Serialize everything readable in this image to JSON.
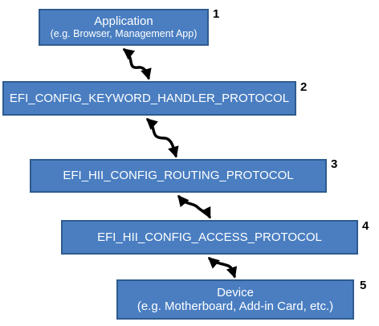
{
  "layers": [
    {
      "title": "Application",
      "subtitle": "(e.g. Browser, Management App)",
      "number": "1"
    },
    {
      "title": "EFI_CONFIG_KEYWORD_HANDLER_PROTOCOL",
      "number": "2"
    },
    {
      "title": "EFI_HII_CONFIG_ROUTING_PROTOCOL",
      "number": "3"
    },
    {
      "title": "EFI_HII_CONFIG_ACCESS_PROTOCOL",
      "number": "4"
    },
    {
      "title": "Device",
      "subtitle": "(e.g. Motherboard, Add-in Card, etc.)",
      "number": "5"
    }
  ],
  "colors": {
    "box_fill": "#4a7ec1",
    "box_border": "#2f5b8f",
    "box_text": "#ffffff",
    "arrow": "#000000"
  },
  "connector_icon": "bidirectional-squiggle-arrow"
}
